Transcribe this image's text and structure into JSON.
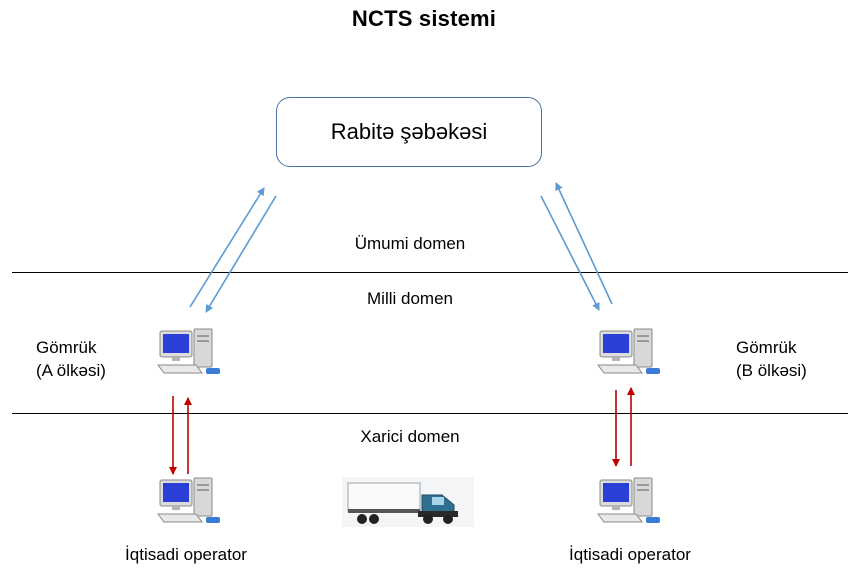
{
  "title": "NCTS sistemi",
  "network": {
    "label": "Rabitə şəbəkəsi"
  },
  "domains": {
    "common": "Ümumi domen",
    "national": "Milli domen",
    "external": "Xarici domen"
  },
  "customs_a": {
    "line1": "Gömrük",
    "line2": "(A ölkəsi)"
  },
  "customs_b": {
    "line1": "Gömrük",
    "line2": "(B ölkəsi)"
  },
  "operator_a": {
    "label": "İqtisadi operator"
  },
  "operator_b": {
    "label": "İqtisadi operator"
  },
  "colors": {
    "network_arrows": "#5b9bd5",
    "operator_arrows": "#c00000",
    "box_border": "#4a73a5"
  },
  "icons": [
    "computer-icon",
    "truck-icon"
  ]
}
